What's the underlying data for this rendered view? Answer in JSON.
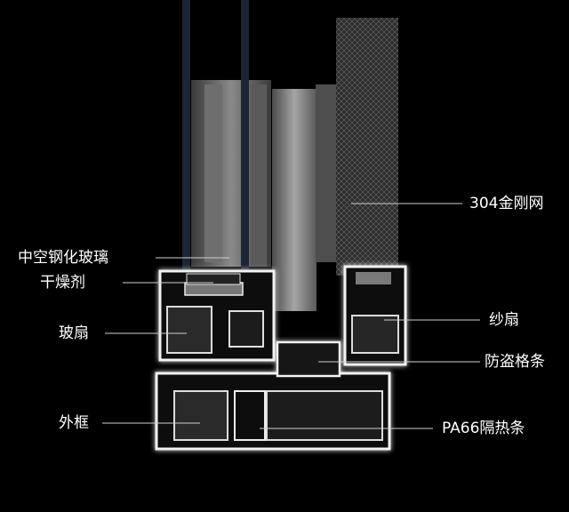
{
  "labels": {
    "hollow_glass": "中空钢化玻璃",
    "desiccant": "干燥剂",
    "glass_sash": "玻扇",
    "outer_frame": "外框",
    "mesh": "304金刚网",
    "screen_sash": "纱扇",
    "anti_theft_bar": "防盗格条",
    "thermal_strip": "PA66隔热条"
  },
  "colors": {
    "background": "#000000",
    "profile_fill": "#c9c9c9",
    "profile_outline": "#f2f2f2",
    "glass": "#1b2533",
    "leader_line": "#cfcfcf"
  }
}
